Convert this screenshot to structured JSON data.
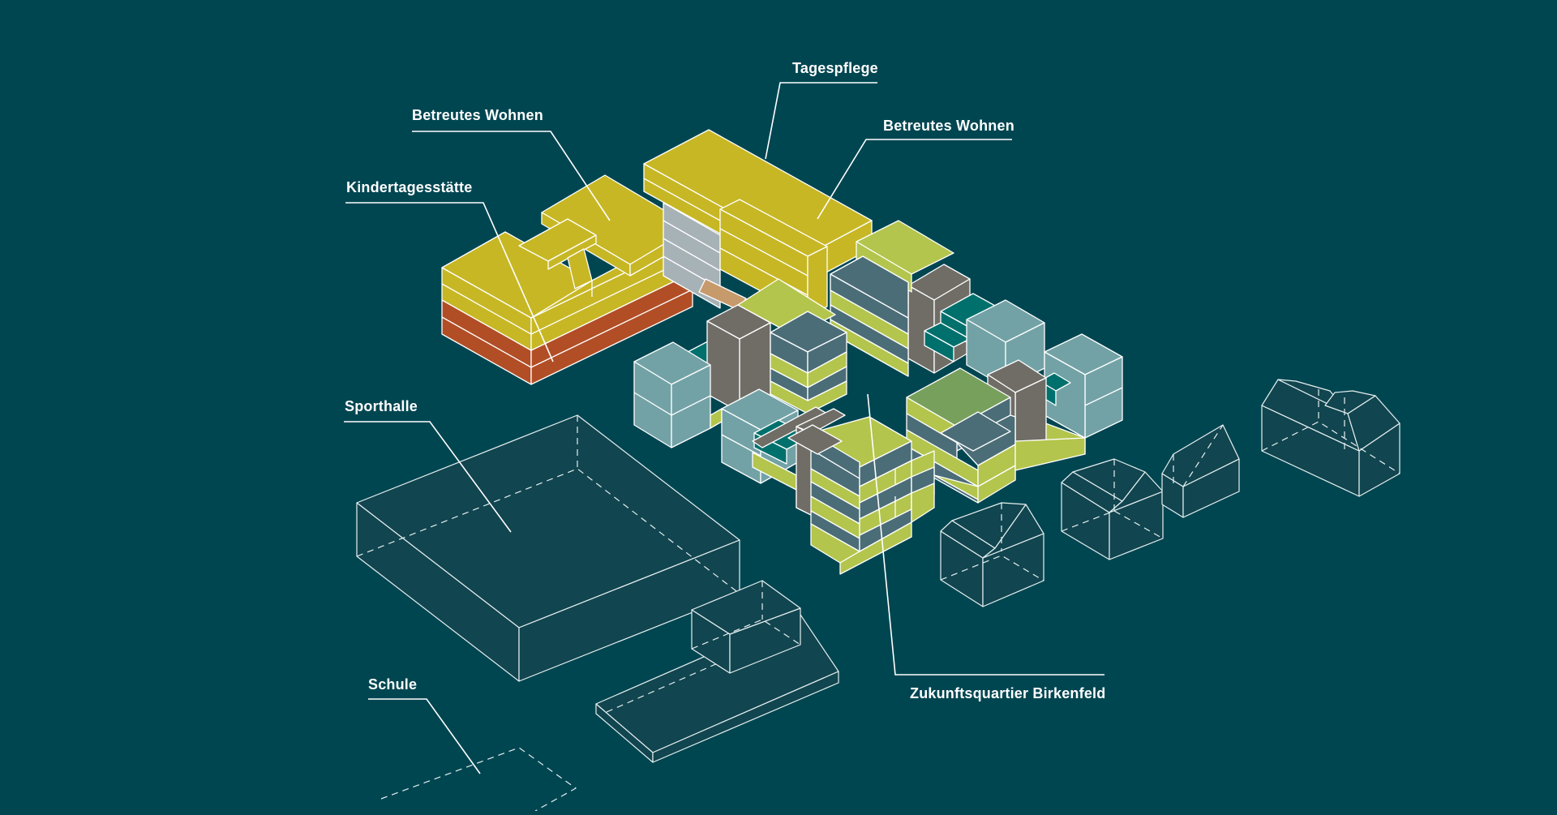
{
  "labels": {
    "tagespflege": "Tagespflege",
    "betreutes_wohnen_left": "Betreutes Wohnen",
    "betreutes_wohnen_right": "Betreutes Wohnen",
    "kindertagesstaette": "Kindertagesstätte",
    "sporthalle": "Sporthalle",
    "schule": "Schule",
    "zukunftsquartier": "Zukunftsquartier Birkenfeld"
  },
  "colors": {
    "background": "#004651",
    "mustard": "#c7b724",
    "rust": "#b14e26",
    "lime": "#b3c54c",
    "slate": "#4b6d77",
    "teal": "#00706d",
    "light_blue": "#72a2a6",
    "grey": "#6f6d66",
    "green": "#78a05d",
    "wireframe_fill": "#114550"
  }
}
